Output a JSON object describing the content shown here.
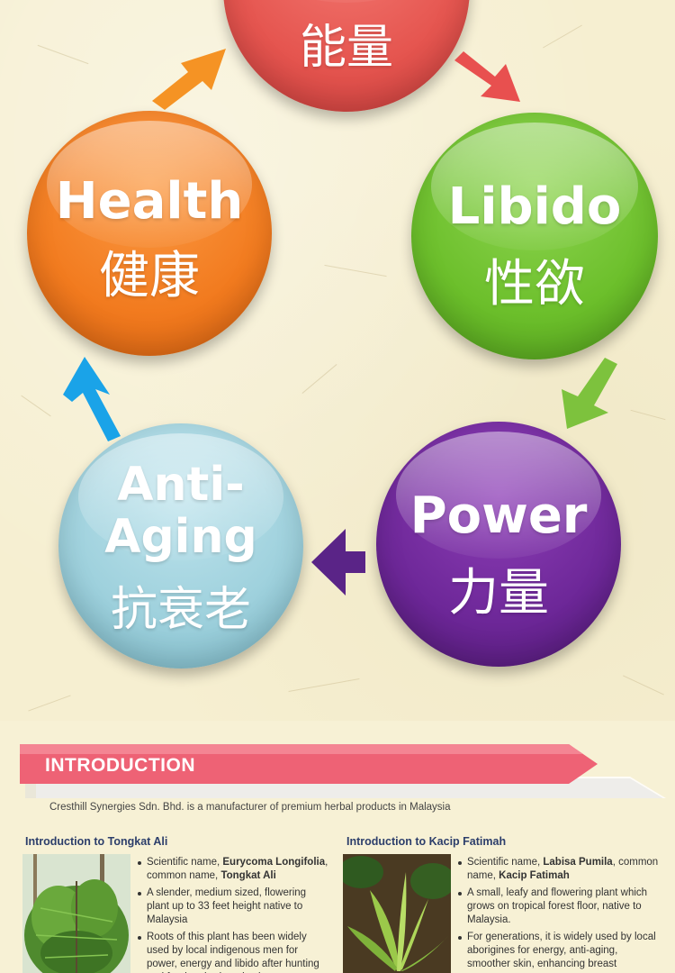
{
  "cycle": {
    "energy": {
      "cn": "能量"
    },
    "libido": {
      "en": "Libido",
      "cn": "性欲"
    },
    "power": {
      "en": "Power",
      "cn": "力量"
    },
    "anti_aging": {
      "en_line1": "Anti-",
      "en_line2": "Aging",
      "cn": "抗衰老"
    },
    "health": {
      "en": "Health",
      "cn": "健康"
    }
  },
  "colors": {
    "energy": "#e5554f",
    "health": "#f27b1f",
    "libido": "#6cbf2b",
    "power": "#6d2798",
    "anti_aging": "#9dd0dc",
    "banner_pink": "#ee6275"
  },
  "introduction": {
    "title": "INTRODUCTION",
    "text": "Cresthill Synergies Sdn. Bhd. is a manufacturer of premium herbal products in Malaysia"
  },
  "tongkat_ali": {
    "heading": "Introduction to Tongkat Ali",
    "b1_pre": "Scientific name, ",
    "b1_sci": "Eurycoma Longifolia",
    "b1_mid": ", common name, ",
    "b1_common": "Tongkat Ali",
    "b2": "A slender, medium sized, flowering plant up to 33 feet height native to Malaysia",
    "b3": "Roots of this plant has been widely used by local indigenous men for power, energy and libido after hunting and food gathering trips in"
  },
  "kacip_fatimah": {
    "heading": "Introduction to Kacip Fatimah",
    "b1_pre": "Scientific name, ",
    "b1_sci": "Labisa Pumila",
    "b1_mid": ", common name, ",
    "b1_common": "Kacip Fatimah",
    "b2": "A small, leafy and flowering plant which grows on tropical forest floor, native to Malaysia.",
    "b3": "For generations, it is widely used by local aborigines for energy, anti-aging, smoother skin, enhancing breast"
  }
}
